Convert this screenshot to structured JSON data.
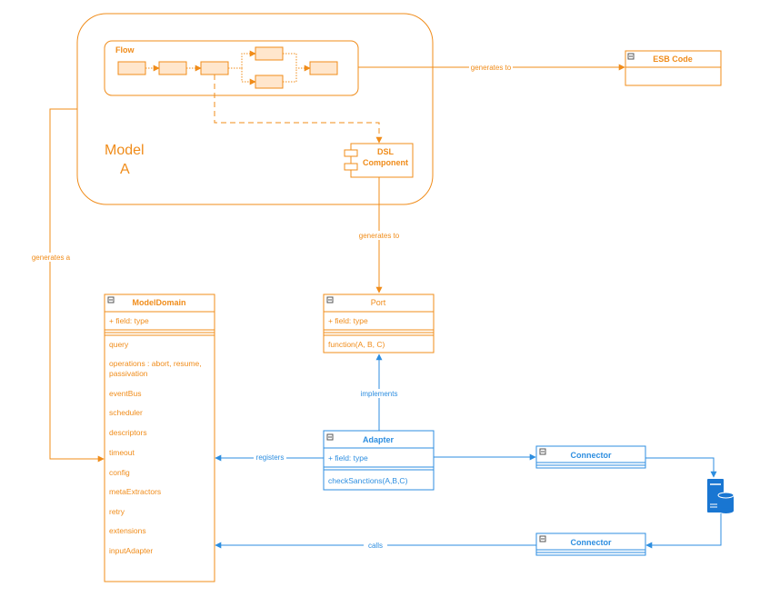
{
  "colors": {
    "orange": "#f08c1a",
    "orange_fill": "#ffe6cc",
    "blue": "#2d8ee0",
    "blue_icon": "#1976d2"
  },
  "model": {
    "label_line1": "Model",
    "label_line2": "A",
    "flow_title": "Flow",
    "dsl_line1": "DSL",
    "dsl_line2": "Component"
  },
  "esb": {
    "title": "ESB Code"
  },
  "edges": {
    "generates_to_esb": "generates to",
    "generates_to_port": "generates to",
    "generates_a": "generates a",
    "implements": "implements",
    "registers": "registers",
    "calls": "calls"
  },
  "model_domain": {
    "title": "ModelDomain",
    "field": "+ field: type",
    "methods": [
      "query",
      "operations : abort, resume,",
      "passivation",
      "eventBus",
      "scheduler",
      "descriptors",
      "timeout",
      "config",
      "metaExtractors",
      "retry",
      "extensions",
      "inputAdapter"
    ]
  },
  "port": {
    "title": "Port",
    "field": "+ field: type",
    "method": "function(A, B, C)"
  },
  "adapter": {
    "title": "Adapter",
    "field": "+ field: type",
    "method": "checkSanctions(A,B,C)"
  },
  "connector_top": {
    "title": "Connector"
  },
  "connector_bottom": {
    "title": "Connector"
  },
  "icons": {
    "server": "server-icon",
    "database": "database-icon"
  }
}
